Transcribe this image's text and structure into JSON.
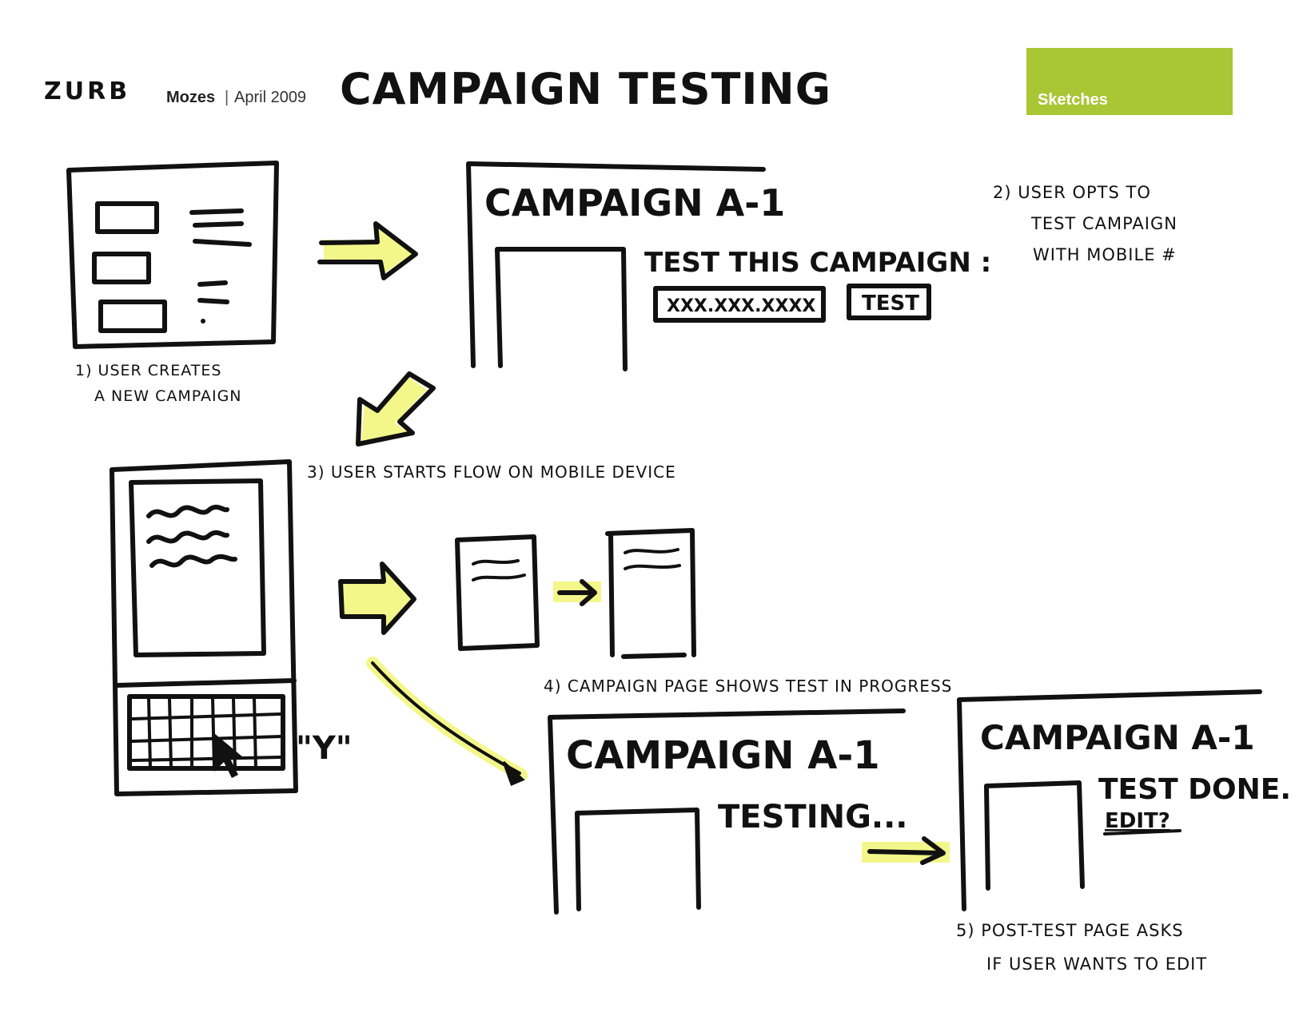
{
  "header": {
    "logo": "ZURB",
    "project": "Mozes",
    "separator": "|",
    "date": "April 2009",
    "title": "CAMPAIGN TESTING",
    "badge": "Sketches",
    "badge_color": "#a9c634"
  },
  "highlight_color": "#f3f78a",
  "steps": {
    "s1_line1": "1) USER CREATES",
    "s1_line2": "A NEW CAMPAIGN",
    "s2_line1": "2) USER OPTS TO",
    "s2_line2": "TEST CAMPAIGN",
    "s2_line3": "WITH MOBILE #",
    "s3": "3) USER STARTS FLOW ON MOBILE DEVICE",
    "s4": "4) CAMPAIGN PAGE SHOWS TEST IN PROGRESS",
    "s5_line1": "5) POST-TEST PAGE ASKS",
    "s5_line2": "IF USER WANTS TO EDIT"
  },
  "screen_a": {
    "title": "CAMPAIGN A-1",
    "prompt": "TEST THIS CAMPAIGN :",
    "input_value": "xxx.xxx.xxxx",
    "button": "TEST"
  },
  "phone": {
    "reply": "\"Y\""
  },
  "screen_b": {
    "title": "CAMPAIGN A-1",
    "status": "TESTING..."
  },
  "screen_c": {
    "title": "CAMPAIGN A-1",
    "status": "TEST DONE.",
    "edit_link": "EDIT?"
  }
}
